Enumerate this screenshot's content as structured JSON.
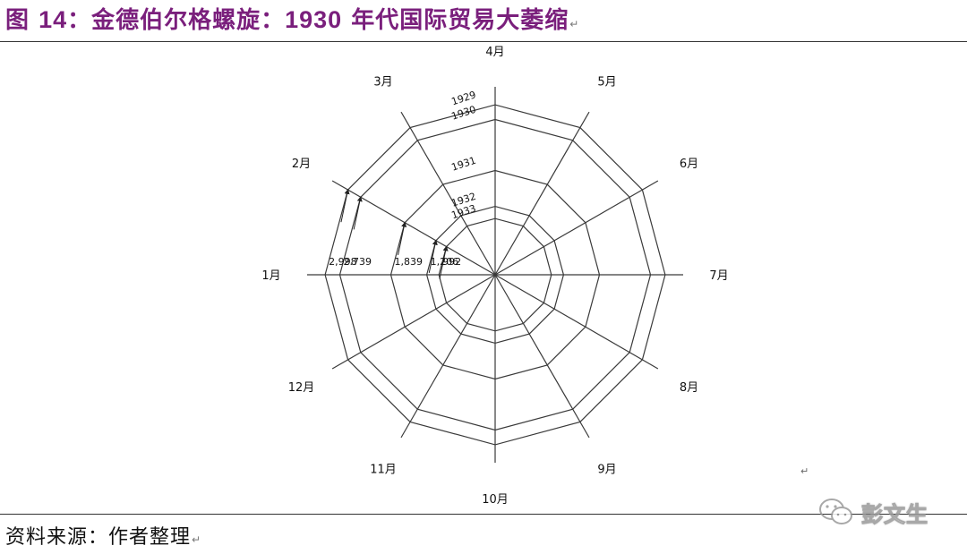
{
  "header": {
    "fig_prefix": "图 ",
    "fig_number": "14",
    "fig_title": "：金德伯尔格螺旋：",
    "fig_year": "1930",
    "fig_suffix": " 年代国际贸易大萎缩"
  },
  "source": {
    "label": "资料来源：作者整理"
  },
  "watermark": {
    "icon": "wechat-icon",
    "text": "彭文生"
  },
  "chart_data": {
    "type": "radar",
    "center_label": "",
    "months": [
      "1月",
      "2月",
      "3月",
      "4月",
      "5月",
      "6月",
      "7月",
      "8月",
      "9月",
      "10月",
      "11月",
      "12月"
    ],
    "series": [
      {
        "name": "1929",
        "value_label": "2,998",
        "values": [
          2998,
          2998,
          2998,
          2998,
          2998,
          2998,
          2998,
          2998,
          2998,
          2998,
          2998,
          2998
        ]
      },
      {
        "name": "1930",
        "value_label": "2.739",
        "values": [
          2739,
          2739,
          2739,
          2739,
          2739,
          2739,
          2739,
          2739,
          2739,
          2739,
          2739,
          2739
        ]
      },
      {
        "name": "1931",
        "value_label": "1,839",
        "values": [
          1839,
          1839,
          1839,
          1839,
          1839,
          1839,
          1839,
          1839,
          1839,
          1839,
          1839,
          1839
        ]
      },
      {
        "name": "1932",
        "value_label": "1,206",
        "values": [
          1206,
          1206,
          1206,
          1206,
          1206,
          1206,
          1206,
          1206,
          1206,
          1206,
          1206,
          1206
        ]
      },
      {
        "name": "1933",
        "value_label": "992",
        "values": [
          992,
          992,
          992,
          992,
          992,
          992,
          992,
          992,
          992,
          992,
          992,
          992
        ]
      }
    ],
    "max_value": 3000,
    "colors": {
      "line": "#3a3a3a",
      "text": "#111111",
      "title": "#7a1f7c"
    }
  }
}
